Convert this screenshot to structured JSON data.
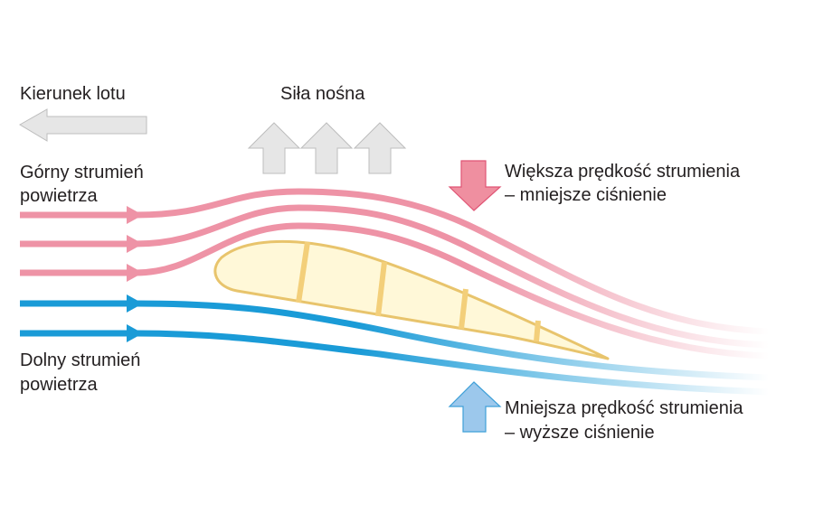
{
  "labels": {
    "flight_direction": "Kierunek lotu",
    "lift": "Siła nośna",
    "upper_stream_line1": "Górny strumień",
    "upper_stream_line2": "powietrza",
    "lower_stream_line1": "Dolny strumień",
    "lower_stream_line2": "powietrza",
    "upper_effect_line1": "Większa prędkość strumienia",
    "upper_effect_line2": "– mniejsze ciśnienie",
    "lower_effect_line1": "Mniejsza prędkość strumienia",
    "lower_effect_line2": "– wyższe ciśnienie"
  },
  "colors": {
    "upper_stream": "#ee93a6",
    "lower_stream": "#1a9bd7",
    "airfoil_fill": "#fff8d8",
    "airfoil_stroke": "#f3cf7a",
    "gray_arrow": "#e6e6e6"
  }
}
